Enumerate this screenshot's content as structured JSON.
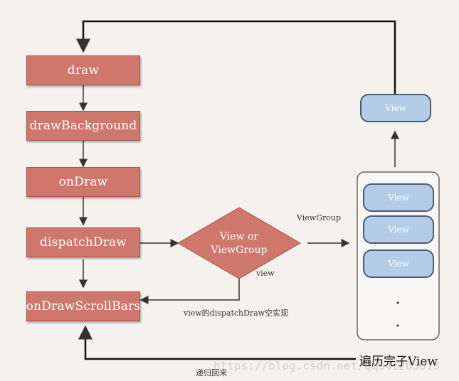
{
  "boxes": {
    "draw": "draw",
    "drawBackground": "drawBackground",
    "onDraw": "onDraw",
    "dispatchDraw": "dispatchDraw",
    "onDrawScrollBars": "onDrawScrollBars"
  },
  "decision": {
    "line1": "View or",
    "line2": "ViewGroup"
  },
  "labels": {
    "view": "view",
    "viewgroup": "ViewGroup",
    "empty_impl": "view的dispatchDraw空实现",
    "traverse": "遍历完子View",
    "recursion": "递归回来"
  },
  "views": {
    "top": "View",
    "child1": "View",
    "child2": "View",
    "child3": "View"
  },
  "watermark": "https://blog.csdn.net/qq941263013",
  "colors": {
    "process": "#d0776d",
    "view": "#b4cce8",
    "decision": "#d0776d"
  }
}
